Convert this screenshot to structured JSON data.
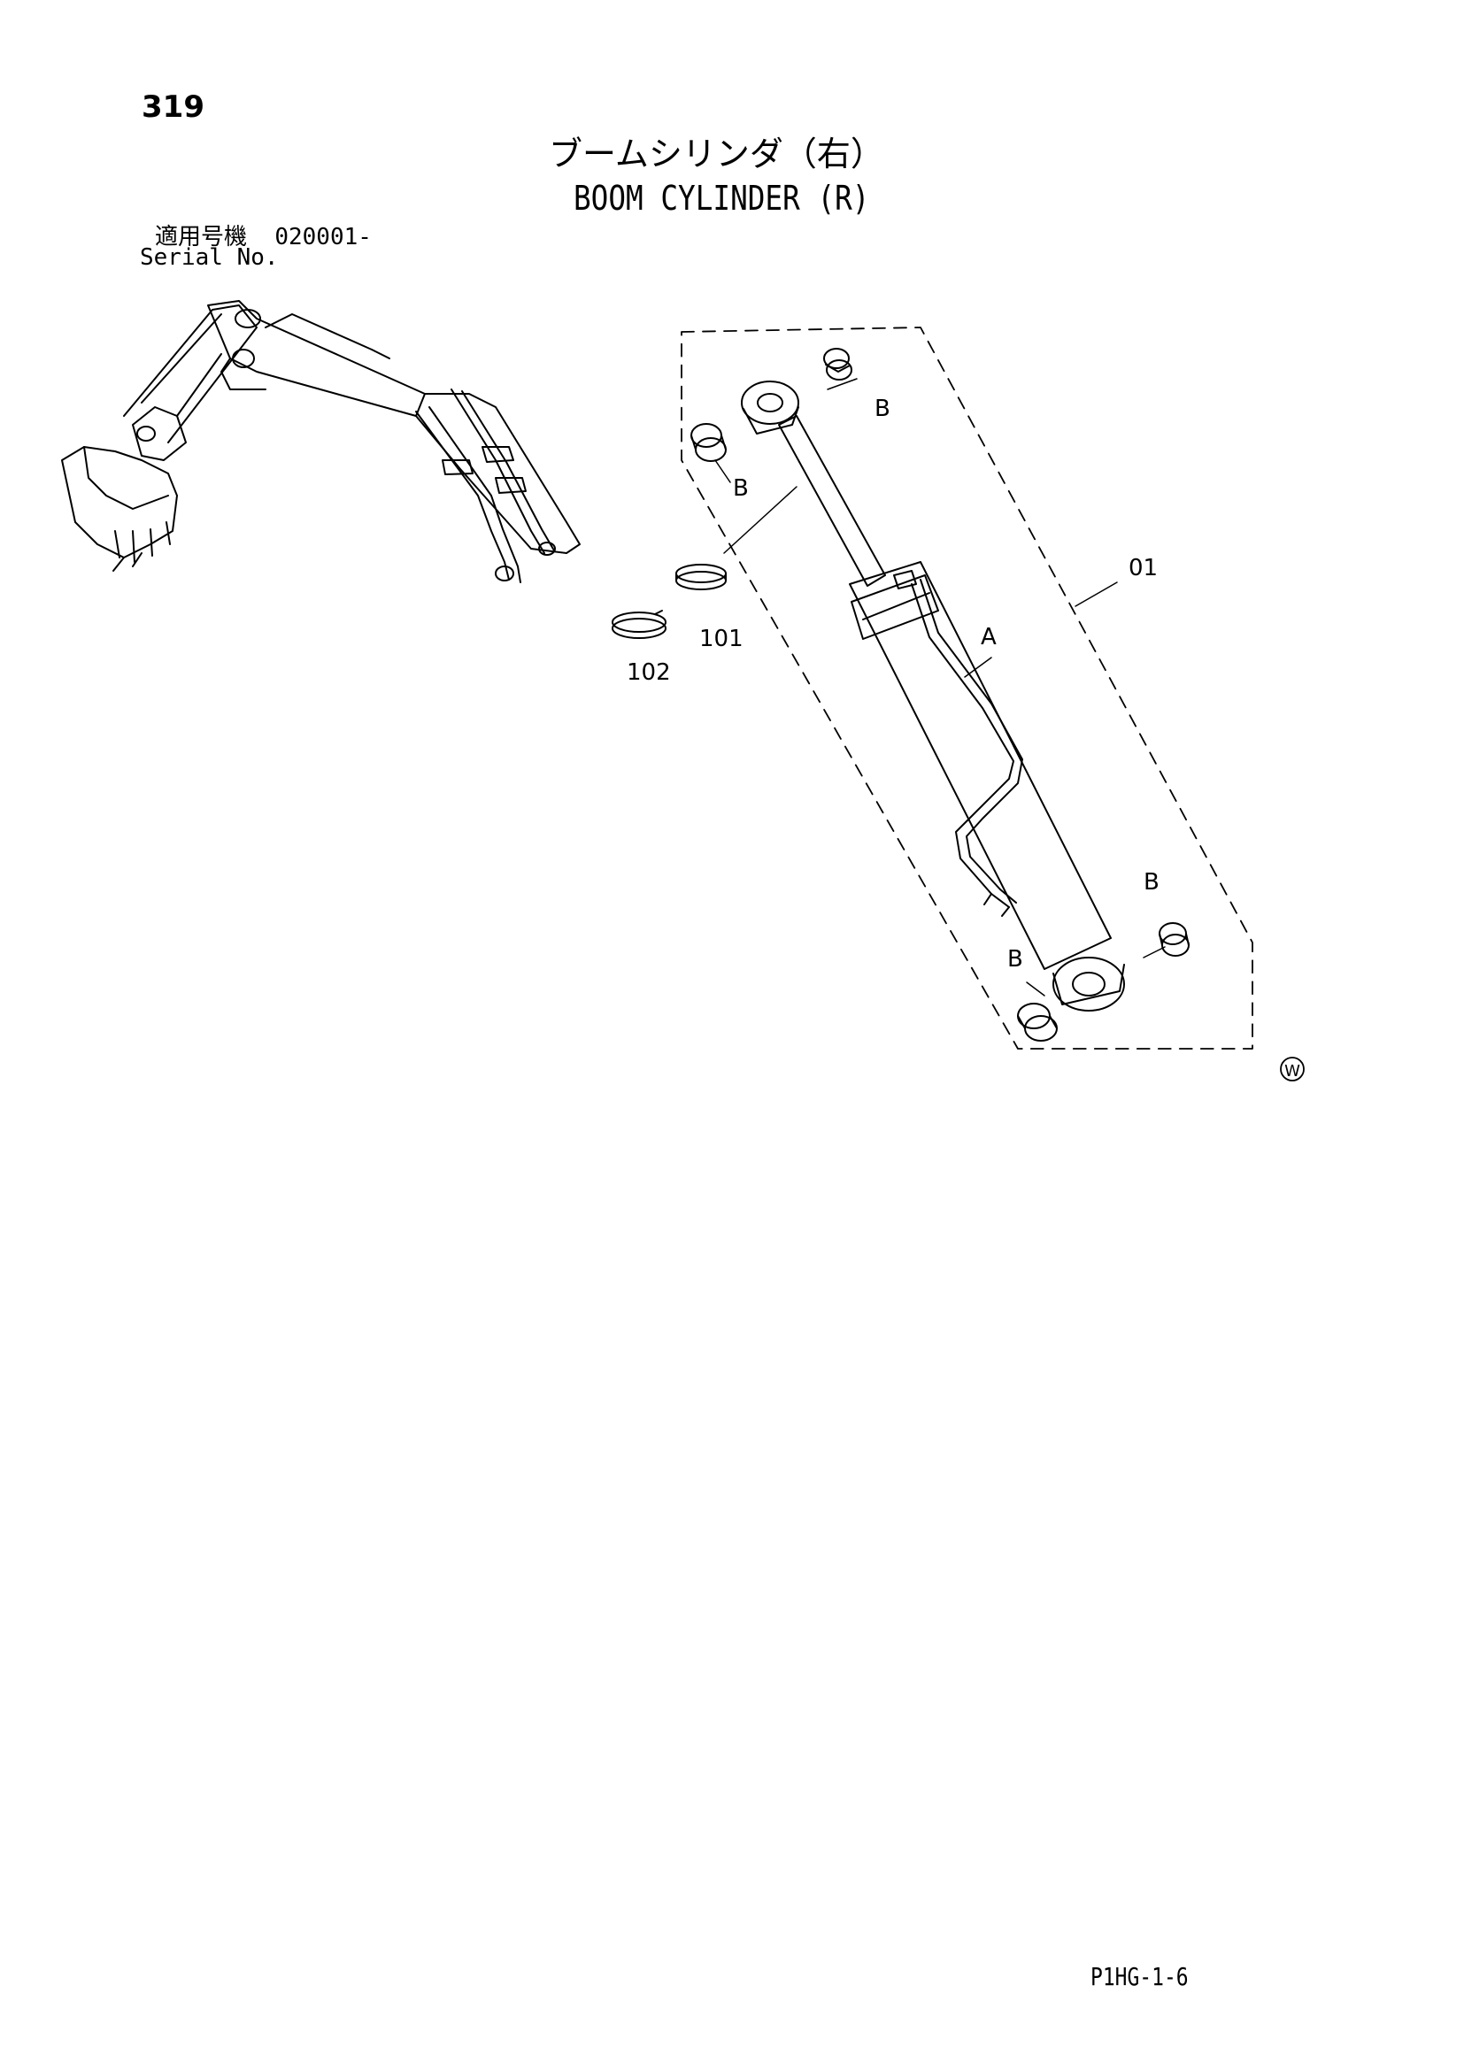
{
  "page": {
    "number": "319",
    "title_jp": "ブームシリンダ（右）",
    "title_en": "BOOM CYLINDER (R)",
    "serial_label_jp": "適用号機",
    "serial_value": "020001-",
    "serial_label_en": "Serial No.",
    "doc_code": "P1HG-1-6"
  },
  "diagram": {
    "callouts": {
      "assembly": "01",
      "hose": "A",
      "bushing": "B",
      "ring_101": "101",
      "ring_102": "102",
      "marker": "W"
    }
  }
}
